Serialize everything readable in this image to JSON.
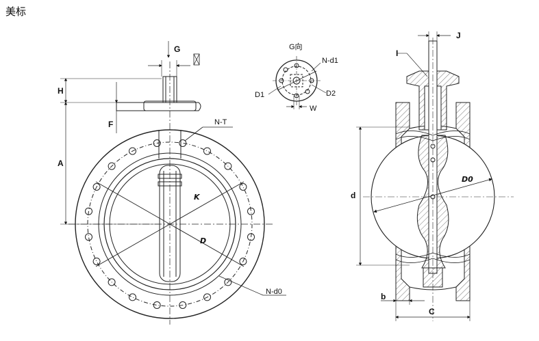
{
  "title": "美标",
  "labels": {
    "G": "G",
    "H": "H",
    "F": "F",
    "A": "A",
    "NT": "N-T",
    "K": "K",
    "D": "D",
    "Nd0": "N-d0",
    "Gview": "G向",
    "Nd1": "N-d1",
    "D1": "D1",
    "D2": "D2",
    "W": "W",
    "J": "J",
    "I": "I",
    "d": "d",
    "D0": "D0",
    "b": "b",
    "C": "C"
  }
}
